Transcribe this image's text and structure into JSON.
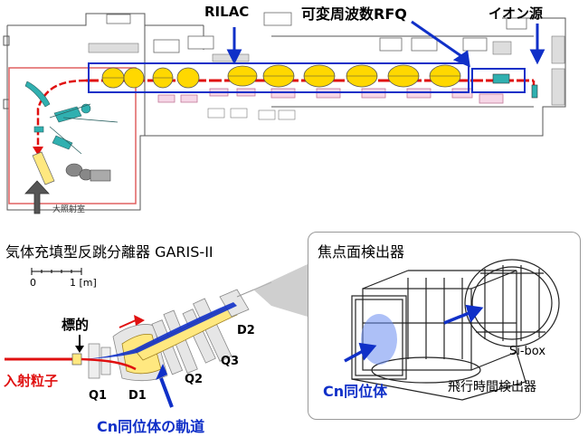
{
  "top_labels": {
    "rilac": "RILAC",
    "rfq": "可変周波数RFQ",
    "ion_source": "イオン源",
    "irradiation_room": "大照射室"
  },
  "garis": {
    "title": "気体充填型反跳分離器 GARIS-II",
    "scale_0": "0",
    "scale_1": "1 [m]",
    "target": "標的",
    "beam": "入射粒子",
    "q1": "Q1",
    "d1": "D1",
    "q2": "Q2",
    "q3": "Q3",
    "d2": "D2",
    "trajectory": "Cn同位体の軌道"
  },
  "detector": {
    "title": "焦点面検出器",
    "si_box": "Si-box",
    "tof": "飛行時間検出器",
    "isotope": "Cn同位体"
  },
  "colors": {
    "beam_red": "#e01010",
    "blue": "#1030c8",
    "cavity_yellow": "#ffd800",
    "cyan": "#30b0b0"
  }
}
